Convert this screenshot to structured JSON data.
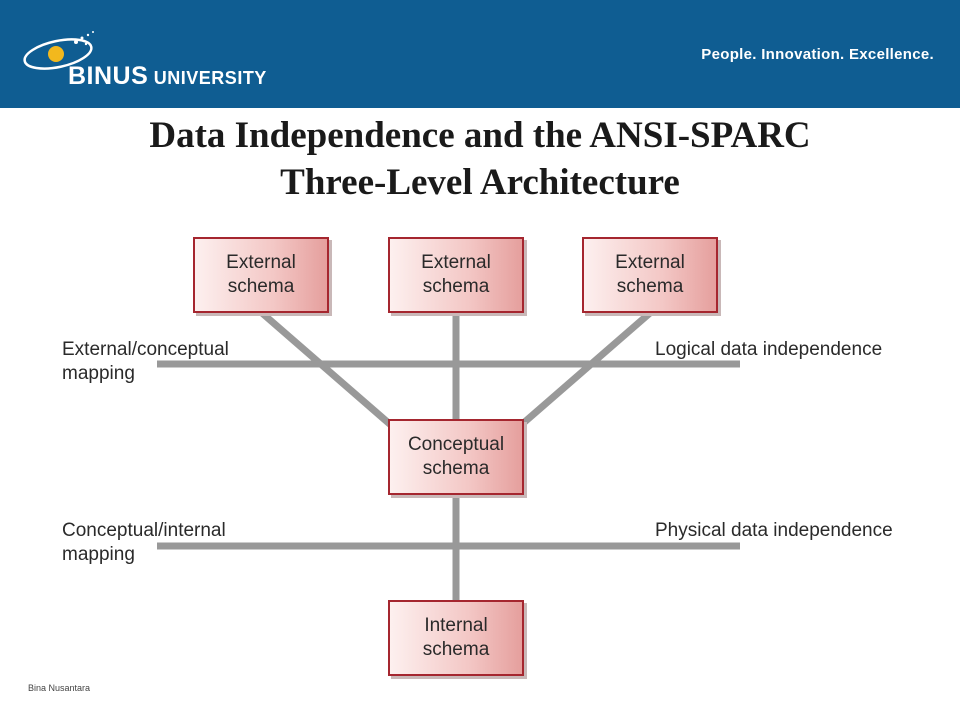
{
  "header": {
    "logo_text_main": "BINUS",
    "logo_text_sub": " UNIVERSITY",
    "tagline": "People. Innovation. Excellence.",
    "colors": {
      "band": "#0f5d92",
      "logo_yellow": "#f2b81d"
    }
  },
  "slide": {
    "title_line1": "Data Independence and the ANSI-SPARC",
    "title_line2": "Three-Level Architecture"
  },
  "diagram": {
    "external_boxes": [
      {
        "label": "External schema"
      },
      {
        "label": "External schema"
      },
      {
        "label": "External schema"
      }
    ],
    "conceptual_box": {
      "label": "Conceptual schema"
    },
    "internal_box": {
      "label": "Internal schema"
    },
    "left_labels": {
      "external_conceptual": "External/conceptual mapping",
      "conceptual_internal": "Conceptual/internal mapping"
    },
    "right_labels": {
      "logical": "Logical data independence",
      "physical": "Physical data independence"
    },
    "colors": {
      "box_border": "#a5262f",
      "connector": "#999999"
    }
  },
  "footer": {
    "note": "Bina Nusantara"
  }
}
